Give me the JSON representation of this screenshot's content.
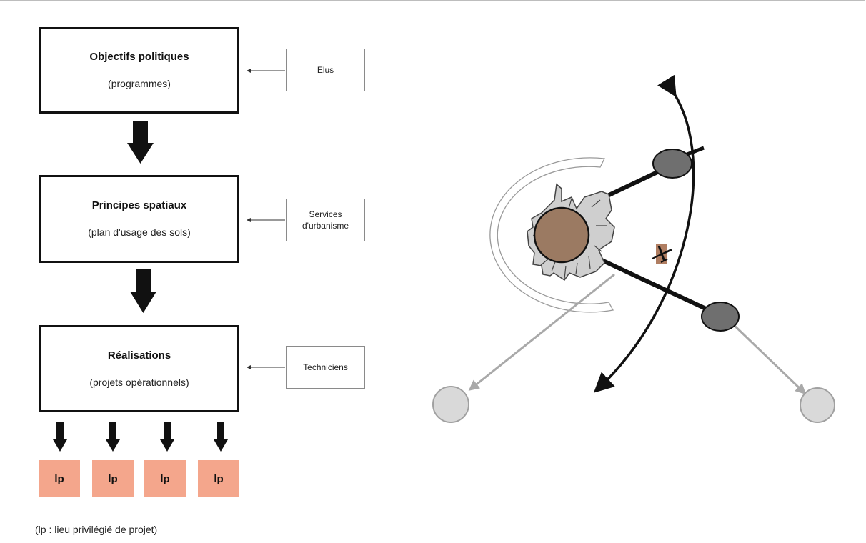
{
  "flowchart": {
    "steps": [
      {
        "title": "Objectifs politiques",
        "subtitle": "(programmes)"
      },
      {
        "title": "Principes spatiaux",
        "subtitle": "(plan d'usage des sols)"
      },
      {
        "title": "Réalisations",
        "subtitle": "(projets opérationnels)"
      }
    ],
    "actors": [
      {
        "label": "Elus"
      },
      {
        "line1": "Services",
        "line2": "d'urbanisme"
      },
      {
        "label": "Techniciens"
      }
    ],
    "lp_boxes": [
      "lp",
      "lp",
      "lp",
      "lp"
    ],
    "lp_color": "#f4a68c",
    "note": "(lp : lieu privilégié de projet)"
  },
  "spatial_diagram": {
    "center_color": "#9b7a62",
    "satellite_color": "#6f6f6f",
    "peripheral_color": "#d9d9d9",
    "airport_icon": "airplane-icon",
    "airport_color": "#b07e62"
  }
}
